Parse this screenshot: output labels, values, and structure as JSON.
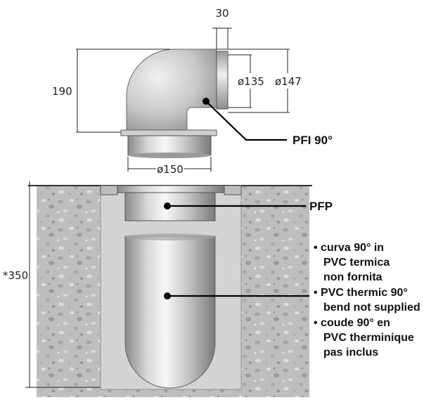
{
  "dimensions": {
    "flange_width": "30",
    "inner_diameter": "ø135",
    "outer_diameter": "ø147",
    "height": "190",
    "base_diameter": "ø150",
    "depth": "*350"
  },
  "callouts": {
    "elbow": "PFI 90°",
    "pipe": "PFP"
  },
  "notes": [
    "• curva 90° in",
    "PVC termica",
    "non fornita",
    "• PVC thermic 90°",
    "bend not supplied",
    "• coude 90° en",
    "PVC therminique",
    "pas inclus"
  ],
  "colors": {
    "metal_light": "#f2f2f2",
    "metal_mid": "#b9b9b9",
    "metal_dark": "#7e7e7e",
    "concrete": "#d2d2d2",
    "gravel": "#bdbdbd",
    "leader": "#000000"
  }
}
